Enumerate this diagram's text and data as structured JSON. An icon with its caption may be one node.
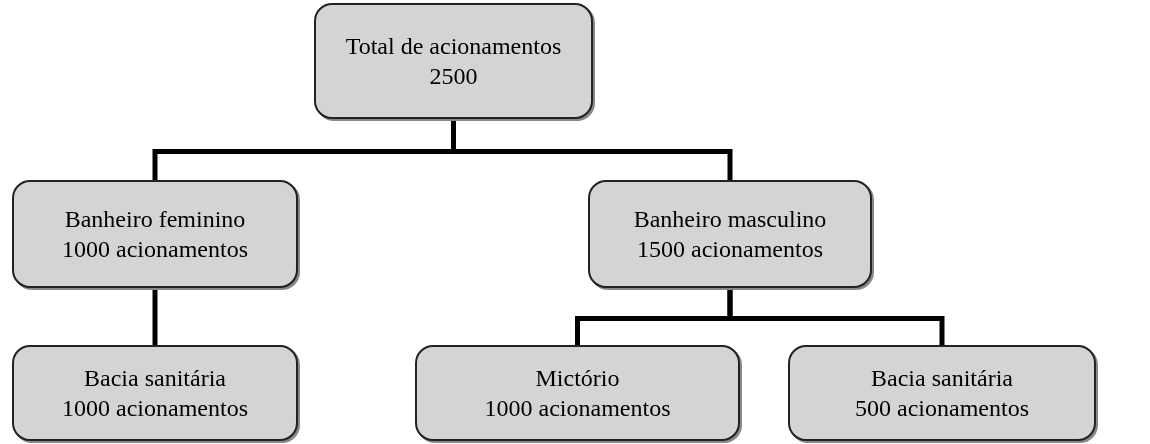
{
  "diagram": {
    "nodes": [
      {
        "text": [
          "Total de acionamentos",
          "2500"
        ]
      },
      {
        "text": [
          "Banheiro feminino",
          "1000 acionamentos"
        ]
      },
      {
        "text": [
          "Banheiro masculino",
          "1500 acionamentos"
        ]
      },
      {
        "text": [
          "Bacia sanitária",
          "1000 acionamentos"
        ]
      },
      {
        "text": [
          "Mictório",
          "1000 acionamentos"
        ]
      },
      {
        "text": [
          "Bacia sanitária",
          "500 acionamentos"
        ]
      }
    ],
    "edges": [
      {
        "from": 0,
        "to": 1,
        "arrow": "none"
      },
      {
        "from": 0,
        "to": 2,
        "arrow": "none"
      },
      {
        "from": 1,
        "to": 3,
        "arrow": "none"
      },
      {
        "from": 2,
        "to": 4,
        "arrow": "none"
      },
      {
        "from": 2,
        "to": 5,
        "arrow": "none"
      }
    ]
  }
}
